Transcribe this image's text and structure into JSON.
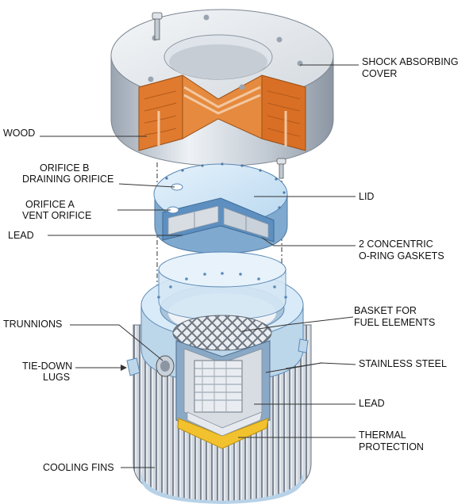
{
  "labels": {
    "shock_1": "SHOCK   ABSORBING",
    "shock_2": "COVER",
    "wood": "WOOD",
    "orifice_b_1": "ORIFICE B",
    "orifice_b_2": "DRAINING ORIFICE",
    "orifice_a_1": "ORIFICE A",
    "orifice_a_2": "VENT ORIFICE",
    "lid": "LID",
    "lead_top": "LEAD",
    "gaskets_1": "2 CONCENTRIC",
    "gaskets_2": "O-RING GASKETS",
    "trunnions": "TRUNNIONS",
    "basket_1": "BASKET FOR",
    "basket_2": "FUEL ELEMENTS",
    "tiedown_1": "TIE-DOWN",
    "tiedown_2": "LUGS",
    "stainless": "STAINLESS STEEL",
    "lead_body": "LEAD",
    "thermal_1": "THERMAL",
    "thermal_2": "PROTECTION",
    "cooling": "COOLING FINS"
  },
  "colors": {
    "steel_light": "#eef2f6",
    "steel_mid": "#c9d1da",
    "steel_dark": "#8c96a3",
    "lid_blue": "#cfe5f5",
    "lid_edge": "#6d9cc6",
    "wood": "#e07a2e",
    "wood_dark": "#b35a1c",
    "thermal": "#f2c12e",
    "lead": "#d7dde3"
  }
}
